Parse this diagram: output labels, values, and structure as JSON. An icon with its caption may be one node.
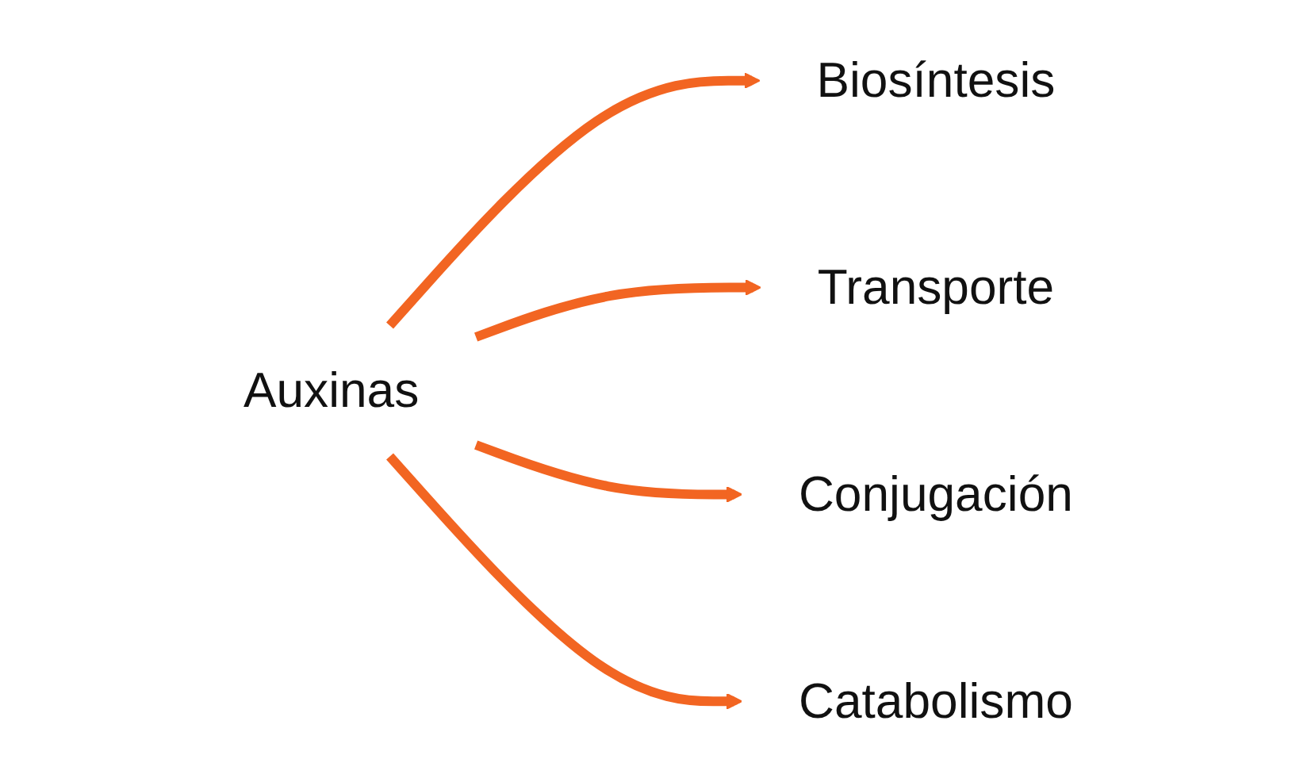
{
  "diagram": {
    "nodes": [
      {
        "text": [
          "Biosíntesis"
        ]
      },
      {
        "text": [
          "Catabolismo"
        ]
      },
      {
        "text": [
          "Auxinas"
        ]
      },
      {
        "text": [
          "Transporte"
        ]
      },
      {
        "text": [
          "Conjugación"
        ]
      }
    ],
    "edges": [
      {
        "from": 2,
        "to": 0,
        "arrow": "to"
      },
      {
        "from": 2,
        "to": 3,
        "arrow": "to"
      },
      {
        "from": 2,
        "to": 4,
        "arrow": "to"
      },
      {
        "from": 2,
        "to": 1,
        "arrow": "to"
      }
    ]
  }
}
